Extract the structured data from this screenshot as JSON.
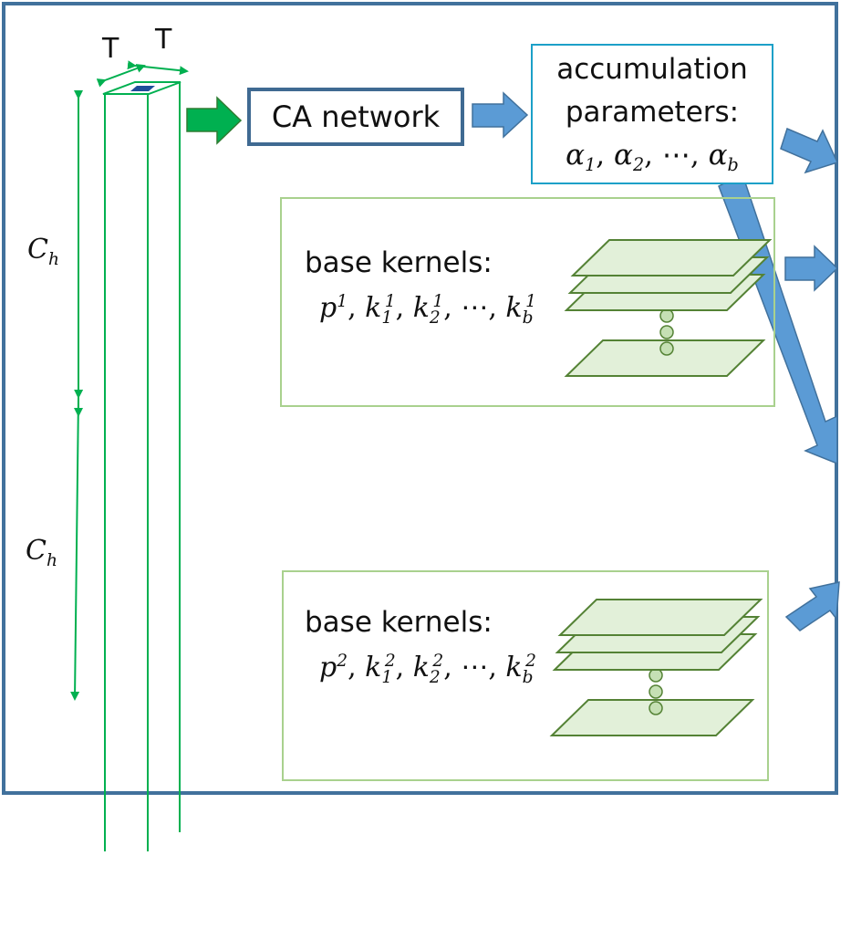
{
  "column": {
    "width_label_left": "T",
    "width_label_right": "T",
    "channel_label_top": "C",
    "channel_label_top_sub": "h",
    "channel_label_bottom": "C",
    "channel_label_bottom_sub": "h"
  },
  "ca_network": {
    "label": "CA network"
  },
  "accumulation": {
    "line1": "accumulation",
    "line2": "parameters:",
    "alpha": "α",
    "sub1": "1",
    "sub2": "2",
    "subb": "b",
    "ellipsis": "⋯"
  },
  "base_kernels_1": {
    "title": "base kernels:",
    "p": "p",
    "sup": "1",
    "k": "k",
    "sub1": "1",
    "sub2": "2",
    "subb": "b",
    "ellipsis": "⋯"
  },
  "base_kernels_2": {
    "title": "base kernels:",
    "p": "p",
    "sup": "2",
    "k": "k",
    "sub1": "1",
    "sub2": "2",
    "subb": "b",
    "ellipsis": "⋯"
  },
  "colors": {
    "frame": "#41719c",
    "green_line": "#00b050",
    "green_arrow": "#00b050",
    "blue_arrow": "#5b9bd5",
    "blue_arrow_edge": "#41719c",
    "ca_border": "#3f6a92",
    "acc_border": "#1ca0c8",
    "kernel_box_border": "#a9d18e",
    "kernel_fill": "#e2f0d9",
    "kernel_edge": "#548235",
    "patch_fill": "#1f4e9a"
  }
}
